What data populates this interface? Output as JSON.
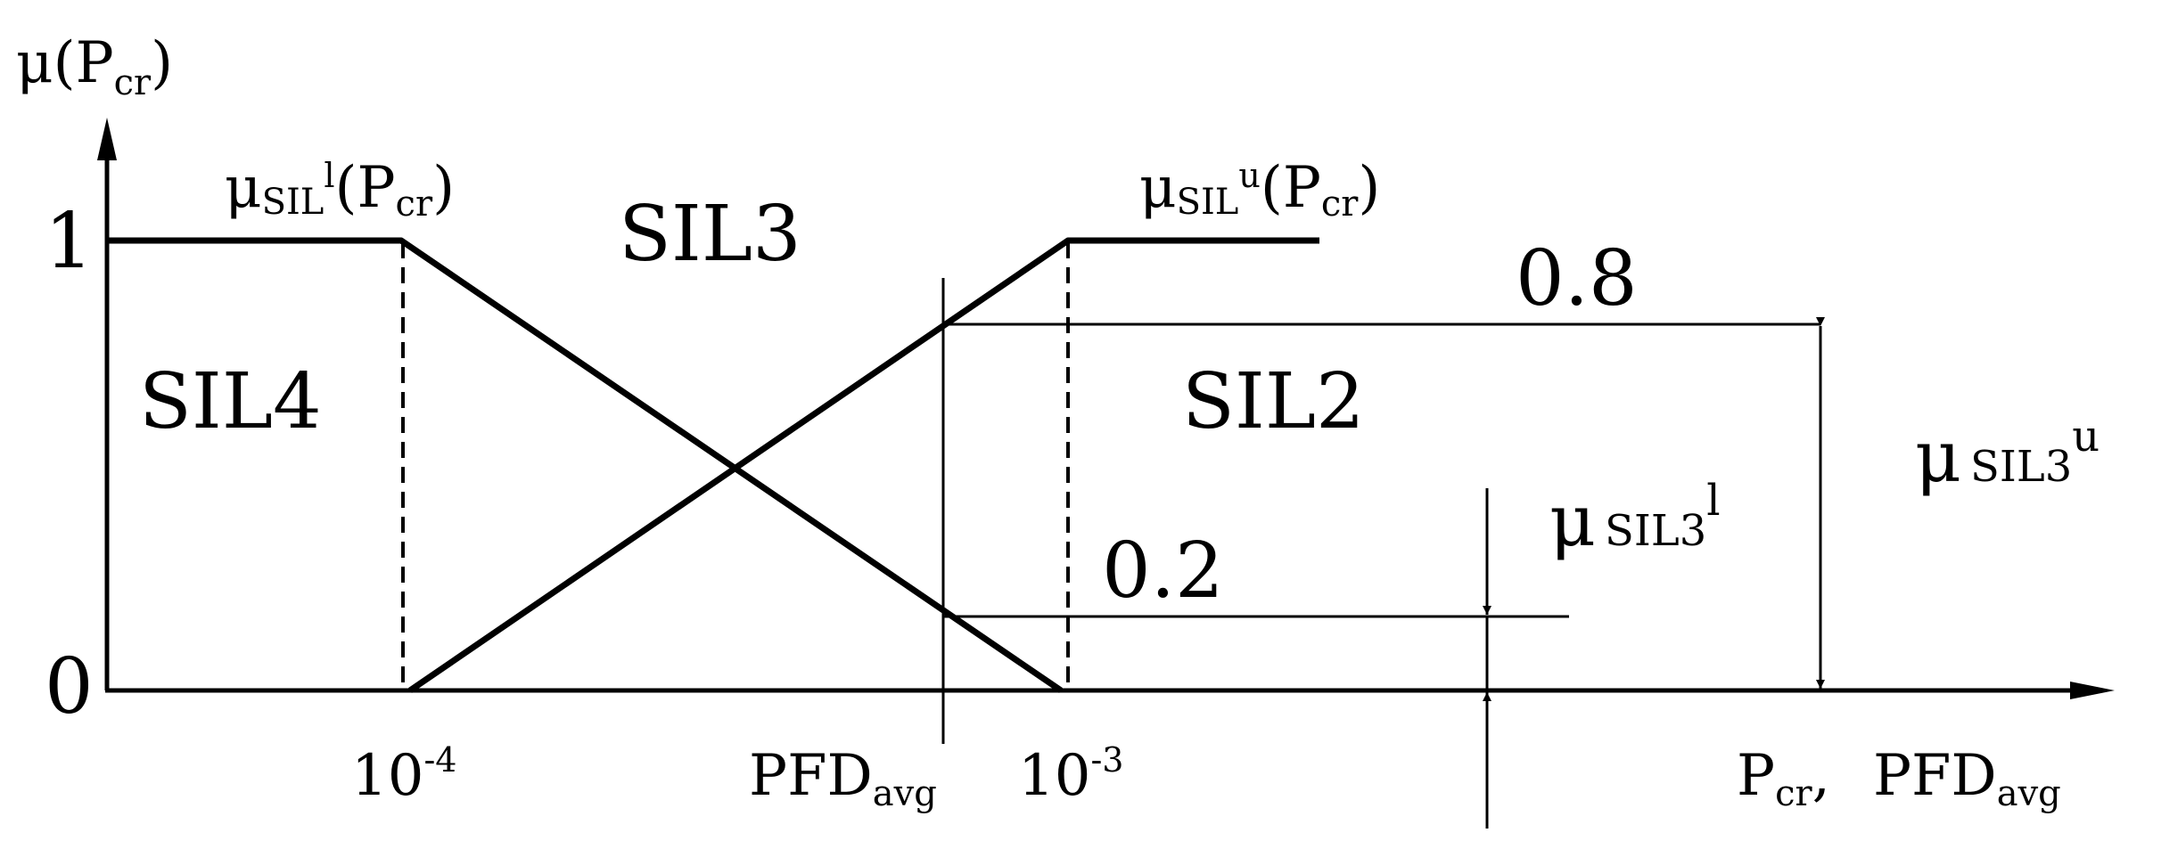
{
  "axes": {
    "y_label": {
      "main": "μ(P",
      "sub": "cr",
      "tail": ")"
    },
    "x_label": {
      "p": "P",
      "p_sub": "cr",
      "sep": ",",
      "pfd": "PFD",
      "pfd_sub": "avg"
    },
    "y_tick_1": "1",
    "y_tick_0": "0",
    "x_tick_1e4": {
      "base": "10",
      "exp": "-4"
    },
    "x_tick_1e3": {
      "base": "10",
      "exp": "-3"
    },
    "x_tick_pfd": {
      "base": "PFD",
      "sub": "avg"
    }
  },
  "regions": {
    "sil4": "SIL4",
    "sil3": "SIL3",
    "sil2": "SIL2"
  },
  "curves": {
    "lower": {
      "mu": "μ",
      "sub": "SIL",
      "sup": "l",
      "arg_p": "(P",
      "arg_sub": "cr",
      "arg_tail": ")"
    },
    "upper": {
      "mu": "μ",
      "sub": "SIL",
      "sup": "u",
      "arg_p": "(P",
      "arg_sub": "cr",
      "arg_tail": ")"
    }
  },
  "values": {
    "upper_level": "0.8",
    "lower_level": "0.2"
  },
  "annotations": {
    "mu_sil3_lower": {
      "mu": "μ",
      "sub": "SIL3",
      "sup": "l"
    },
    "mu_sil3_upper": {
      "mu": "μ",
      "sub": "SIL3",
      "sup": "u"
    }
  }
}
